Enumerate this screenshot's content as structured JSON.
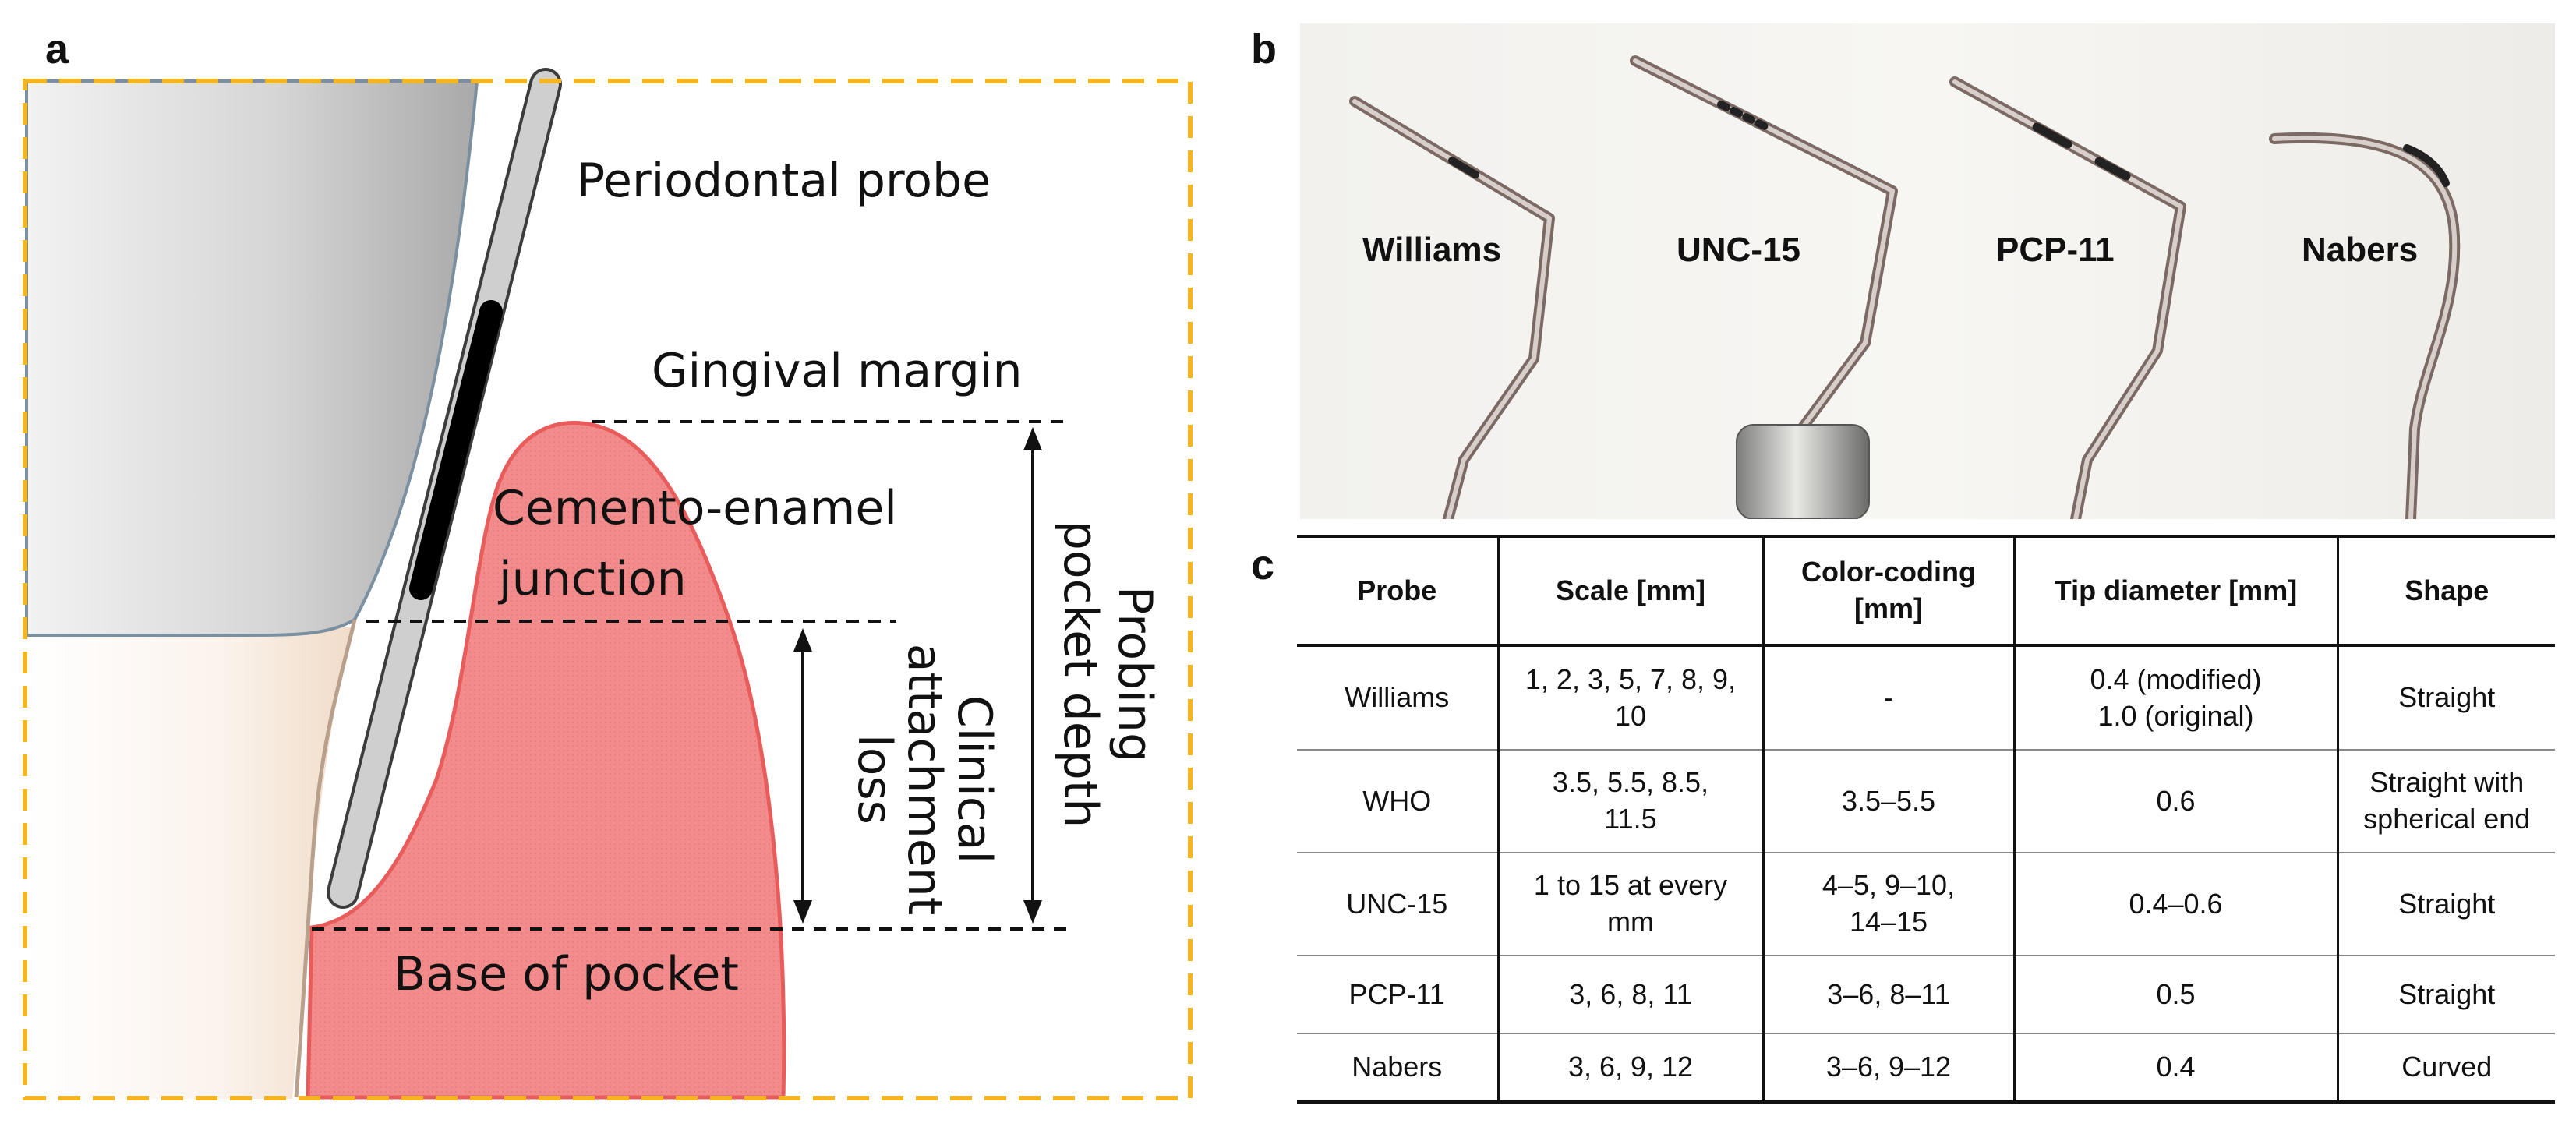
{
  "panel_a": {
    "letter": "a",
    "labels": {
      "probe": "Periodontal probe",
      "gingival_margin": "Gingival margin",
      "cej_line1": "Cemento-enamel",
      "cej_line2": "junction",
      "pocket_base": "Base of pocket",
      "ppd_line1": "Probing",
      "ppd_line2": "pocket depth",
      "cal_line1": "Clinical",
      "cal_line2": "attachment",
      "cal_line3": "loss"
    },
    "colors": {
      "frame": "#f5b523",
      "gingiva": "#f08080",
      "tooth": "#c8c8c8",
      "probe_mark": "#000000"
    }
  },
  "panel_b": {
    "letter": "b",
    "probes": [
      "Williams",
      "UNC-15",
      "PCP-11",
      "Nabers"
    ]
  },
  "panel_c": {
    "letter": "c",
    "headers": [
      "Probe",
      "Scale [mm]",
      "Color-coding\n[mm]",
      "Tip diameter [mm]",
      "Shape"
    ],
    "rows": [
      [
        "Williams",
        "1, 2, 3, 5, 7, 8, 9,\n10",
        "-",
        "0.4 (modified)\n1.0 (original)",
        "Straight"
      ],
      [
        "WHO",
        "3.5, 5.5, 8.5,\n11.5",
        "3.5–5.5",
        "0.6",
        "Straight with\nspherical end"
      ],
      [
        "UNC-15",
        "1 to 15 at every\nmm",
        "4–5, 9–10,\n14–15",
        "0.4–0.6",
        "Straight"
      ],
      [
        "PCP-11",
        "3, 6, 8, 11",
        "3–6, 8–11",
        "0.5",
        "Straight"
      ],
      [
        "Nabers",
        "3, 6, 9, 12",
        "3–6, 9–12",
        "0.4",
        "Curved"
      ]
    ]
  }
}
